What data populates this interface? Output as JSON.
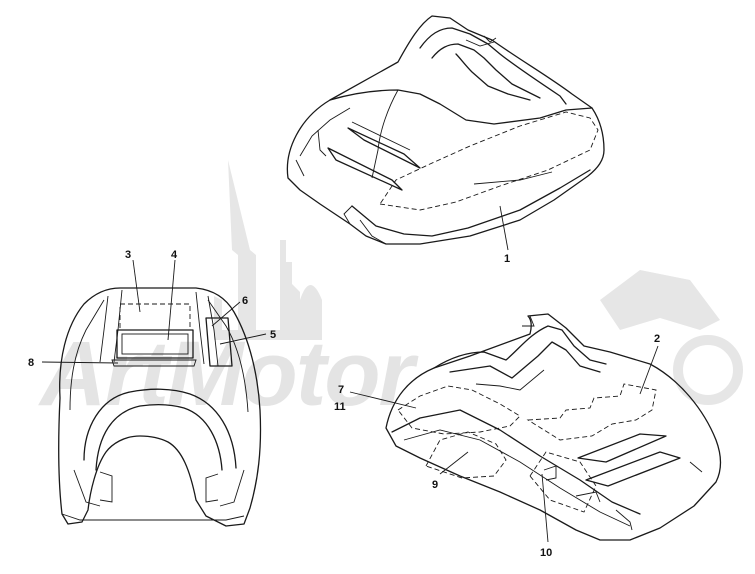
{
  "watermark": {
    "text": "ArtMotor"
  },
  "callouts": [
    {
      "id": "c1",
      "text": "1"
    },
    {
      "id": "c2",
      "text": "2"
    },
    {
      "id": "c3",
      "text": "3"
    },
    {
      "id": "c4",
      "text": "4"
    },
    {
      "id": "c5",
      "text": "5"
    },
    {
      "id": "c6",
      "text": "6"
    },
    {
      "id": "c7",
      "text": "7"
    },
    {
      "id": "c8",
      "text": "8"
    },
    {
      "id": "c9",
      "text": "9"
    },
    {
      "id": "c10",
      "text": "10"
    },
    {
      "id": "c11",
      "text": "11"
    }
  ],
  "colors": {
    "line": "#1a1a1a",
    "watermark": "#e6e6e6",
    "background": "#ffffff"
  }
}
